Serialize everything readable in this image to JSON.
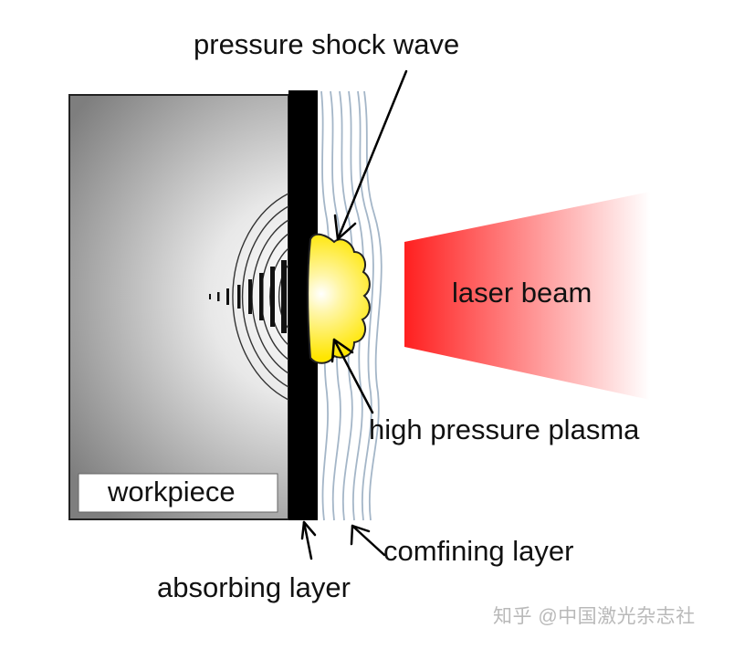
{
  "labels": {
    "pressure_shock_wave": "pressure shock wave",
    "laser_beam": "laser beam",
    "high_pressure_plasma": "high pressure plasma",
    "workpiece": "workpiece",
    "confining_layer": "comfining layer",
    "absorbing_layer": "absorbing layer"
  },
  "watermark": "知乎 @中国激光杂志社",
  "colors": {
    "absorbing_layer": "#000000",
    "plasma": "#ffe600",
    "laser": "#ff2a2a",
    "confining_layer": "#9fb3c8",
    "workpiece_light": "#ffffff",
    "workpiece_dark": "#808080"
  }
}
